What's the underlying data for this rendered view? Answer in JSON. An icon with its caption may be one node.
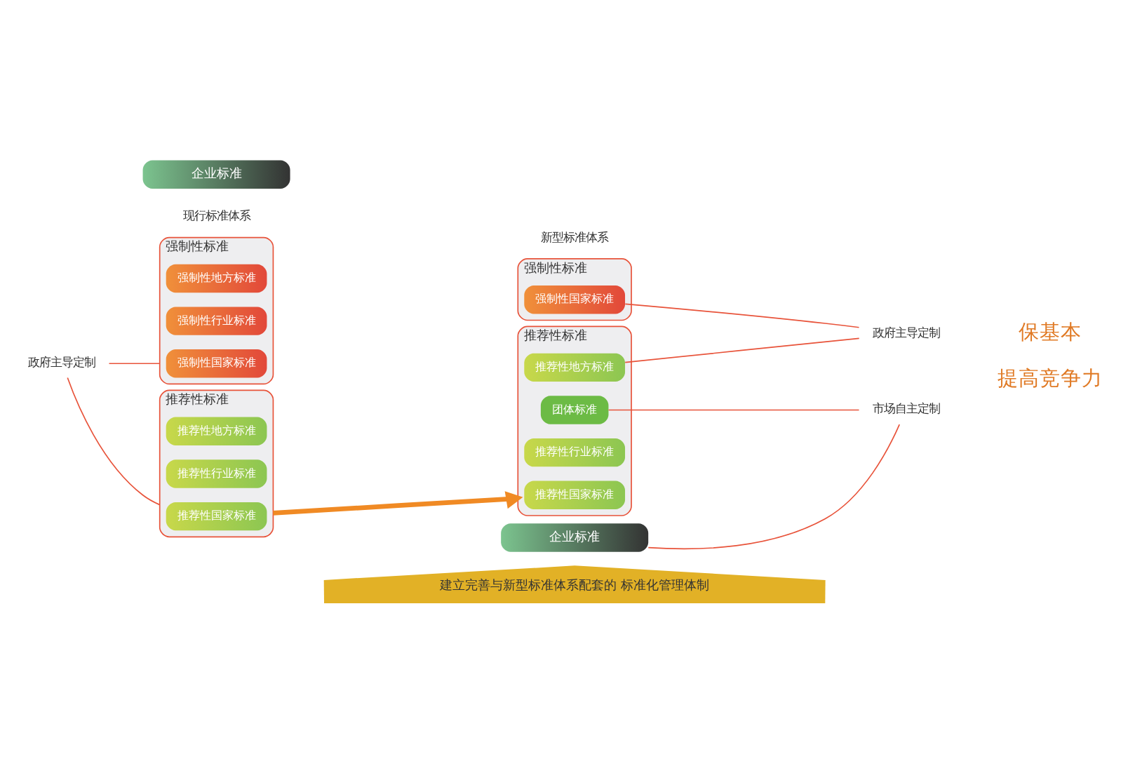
{
  "diagram": {
    "nodes": [
      {
        "text": [
          "强制性标准"
        ]
      },
      {
        "text": [
          "强制性国家标准"
        ],
        "in": 0
      },
      {
        "text": [
          "强制性行业标准"
        ],
        "in": 0
      },
      {
        "text": [
          "强制性地方标准"
        ],
        "in": 0
      },
      {
        "text": [
          "推荐性标准"
        ]
      },
      {
        "text": [
          "推荐性国家标准"
        ],
        "in": 4
      },
      {
        "text": [
          "推荐性行业标准"
        ],
        "in": 4
      },
      {
        "text": [
          "推荐性地方标准"
        ],
        "in": 4
      },
      {
        "text": [
          "企业标准"
        ]
      },
      {
        "text": [
          "政府主导定制"
        ]
      },
      {
        "text": [
          "强制性标准"
        ]
      },
      {
        "text": [
          "强制性国家标准"
        ],
        "in": 10
      },
      {
        "text": [
          "推荐性标准"
        ]
      },
      {
        "text": [
          "推荐性国家标准"
        ],
        "in": 12
      },
      {
        "text": [
          "推荐性行业标准"
        ],
        "in": 12
      },
      {
        "text": [
          "推荐性地方标准"
        ],
        "in": 12
      },
      {
        "text": [
          "团体标准"
        ],
        "in": 12
      },
      {
        "text": [
          "企业标准"
        ]
      },
      {
        "text": [
          "政府主导定制"
        ]
      },
      {
        "text": [
          "市场自主定制"
        ]
      },
      {
        "text": [
          "建立完善与新型标准体系配套的 标准化管理体制"
        ]
      }
    ],
    "edges": [
      {
        "from": 9,
        "to": 0,
        "arrow": "none",
        "color": "#e8533a"
      },
      {
        "from": 9,
        "to": 4,
        "arrow": "none",
        "color": "#e8533a"
      },
      {
        "from": 4,
        "to": 12,
        "arrow": "to",
        "style": "thick",
        "color": "#f08a24"
      },
      {
        "from": 11,
        "to": 18,
        "arrow": "none",
        "color": "#e8533a"
      },
      {
        "from": 15,
        "to": 18,
        "arrow": "none",
        "color": "#e8533a"
      },
      {
        "from": 16,
        "to": 19,
        "arrow": "none",
        "color": "#e8533a"
      },
      {
        "from": 17,
        "to": 19,
        "arrow": "none",
        "color": "#e8533a"
      }
    ],
    "labels": [
      "现行标准体系",
      "新型标准体系",
      "保基本",
      "提高竞争力"
    ]
  }
}
